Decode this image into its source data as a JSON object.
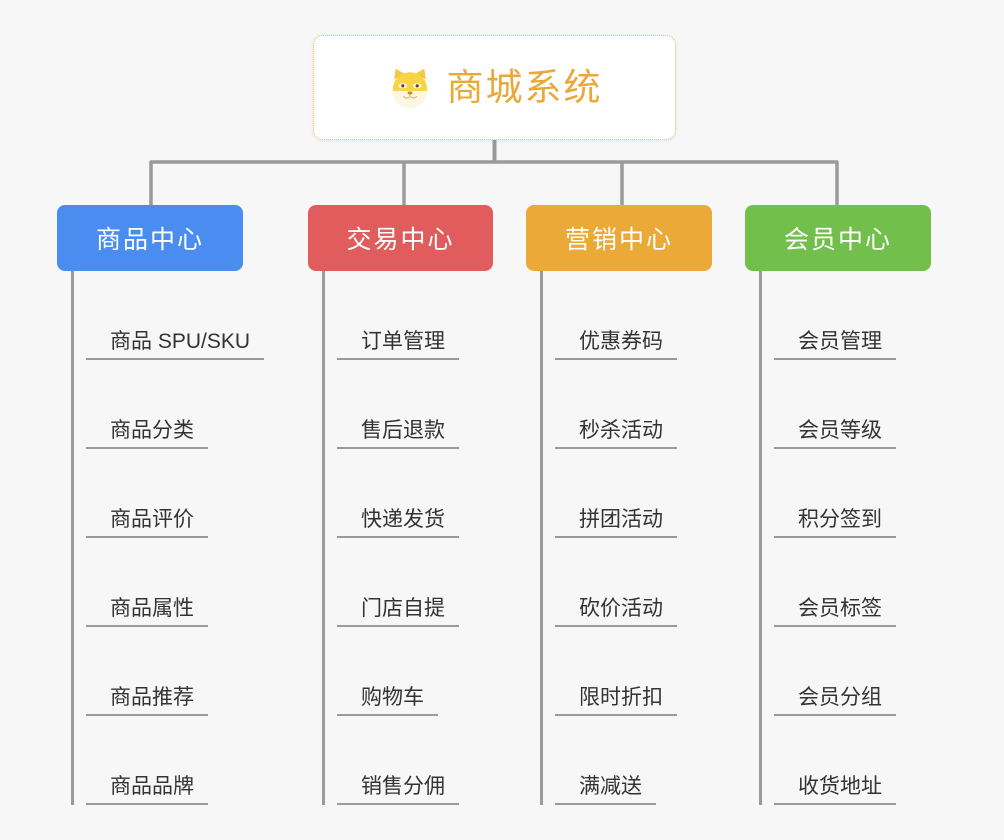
{
  "page": {
    "background_color": "#f7f7f7",
    "line_color": "#9a9a9a"
  },
  "root": {
    "icon": "shiba-dog-face-icon",
    "title": "商城系统",
    "title_color": "#e9a93a",
    "border_color": "#e8b658",
    "background_color": "#ffffff"
  },
  "branches": [
    {
      "label": "商品中心",
      "color": "#4a8cf0",
      "items": [
        "商品 SPU/SKU",
        "商品分类",
        "商品评价",
        "商品属性",
        "商品推荐",
        "商品品牌"
      ]
    },
    {
      "label": "交易中心",
      "color": "#e15d5d",
      "items": [
        "订单管理",
        "售后退款",
        "快递发货",
        "门店自提",
        "购物车",
        "销售分佣"
      ]
    },
    {
      "label": "营销中心",
      "color": "#eba937",
      "items": [
        "优惠券码",
        "秒杀活动",
        "拼团活动",
        "砍价活动",
        "限时折扣",
        "满减送"
      ]
    },
    {
      "label": "会员中心",
      "color": "#72bf4c",
      "items": [
        "会员管理",
        "会员等级",
        "积分签到",
        "会员标签",
        "会员分组",
        "收货地址"
      ]
    }
  ]
}
